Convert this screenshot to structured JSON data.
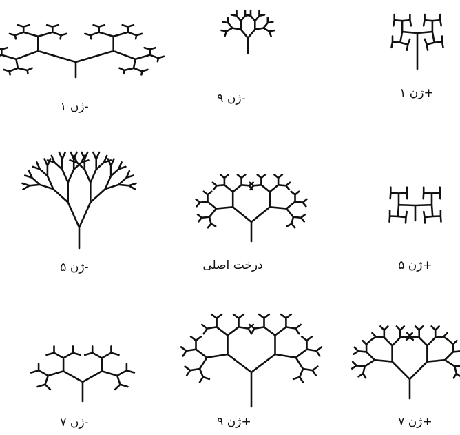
{
  "colors": {
    "background": "#ffffff",
    "ink": "#111111"
  },
  "figures": [
    {
      "id": "gene-1-minus",
      "label": "ژن ۱-"
    },
    {
      "id": "gene-9-minus",
      "label": "ژن ۹-"
    },
    {
      "id": "gene-1-plus",
      "label": "ژن ۱+"
    },
    {
      "id": "gene-5-minus",
      "label": "ژن ۵-"
    },
    {
      "id": "original-tree",
      "label": "درخت اصلی"
    },
    {
      "id": "gene-5-plus",
      "label": "ژن ۵+"
    },
    {
      "id": "gene-7-minus",
      "label": "ژن ۷-"
    },
    {
      "id": "gene-9-plus",
      "label": "ژن ۹+"
    },
    {
      "id": "gene-7-plus",
      "label": "ژن ۷+"
    }
  ]
}
